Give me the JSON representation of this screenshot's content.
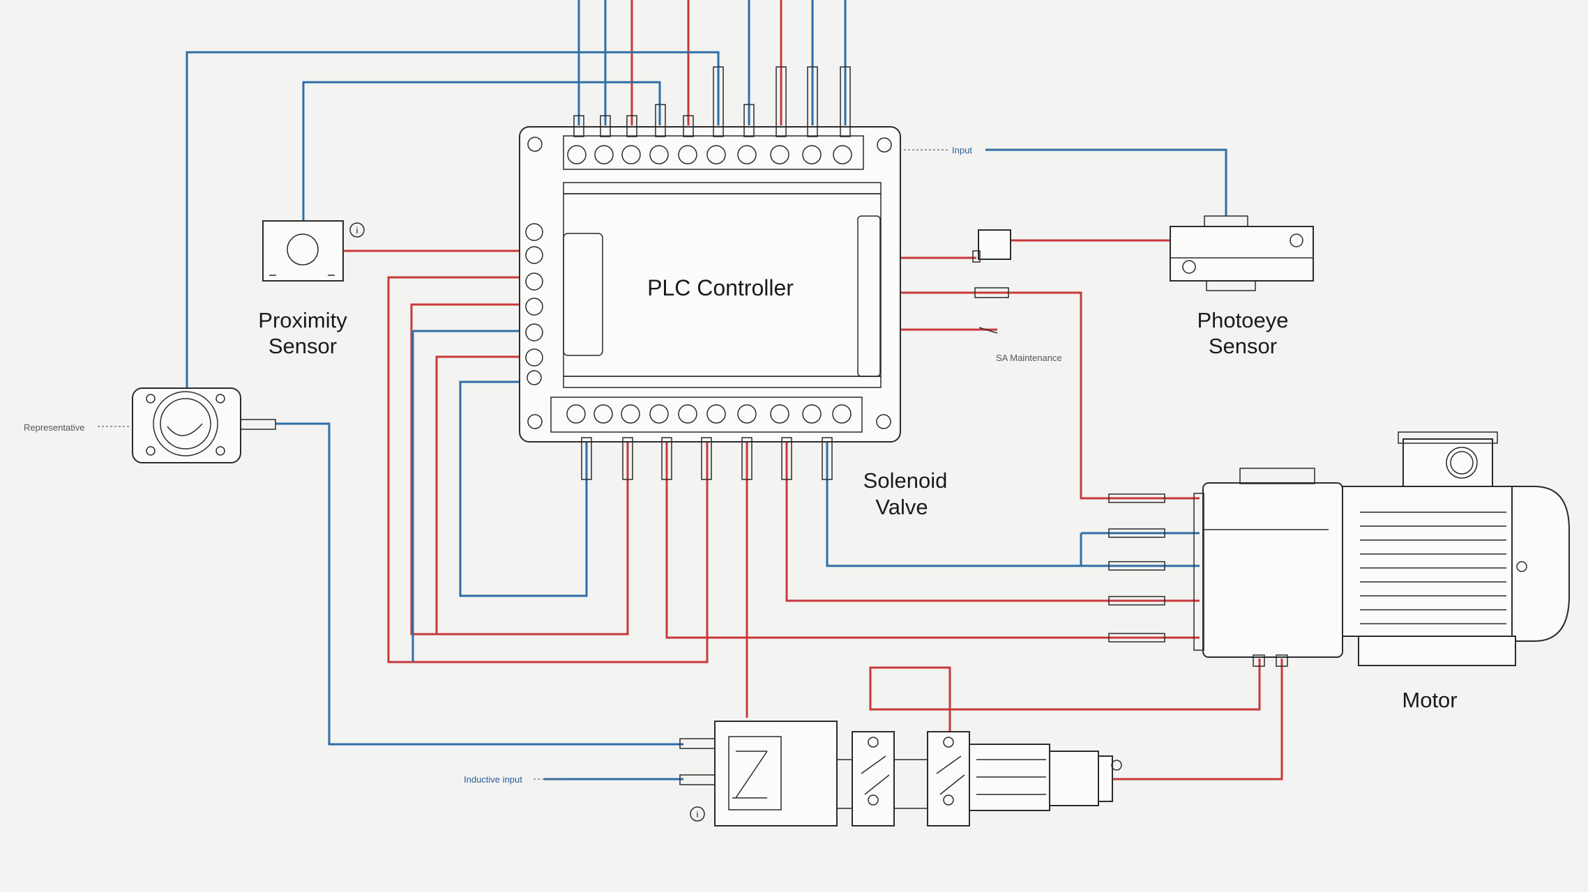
{
  "diagram": {
    "colors": {
      "background": "#f3f3f1",
      "outline": "#2b2b2b",
      "wire_blue": "#2e6ea6",
      "wire_red": "#c9383a"
    },
    "labels": {
      "plc": "PLC Controller",
      "proximity_line1": "Proximity",
      "proximity_line2": "Sensor",
      "photoeye_line1": "Photoeye",
      "photoeye_line2": "Sensor",
      "solenoid_line1": "Solenoid",
      "solenoid_line2": "Valve",
      "motor": "Motor"
    },
    "annotations": {
      "input_top_right": "Input",
      "sensor_mid_right": "SA Maintenance",
      "left_encoder": "Representative",
      "bottom_input": "Inductive input"
    },
    "icons": [
      "info-icon"
    ],
    "info_marker": "i"
  }
}
